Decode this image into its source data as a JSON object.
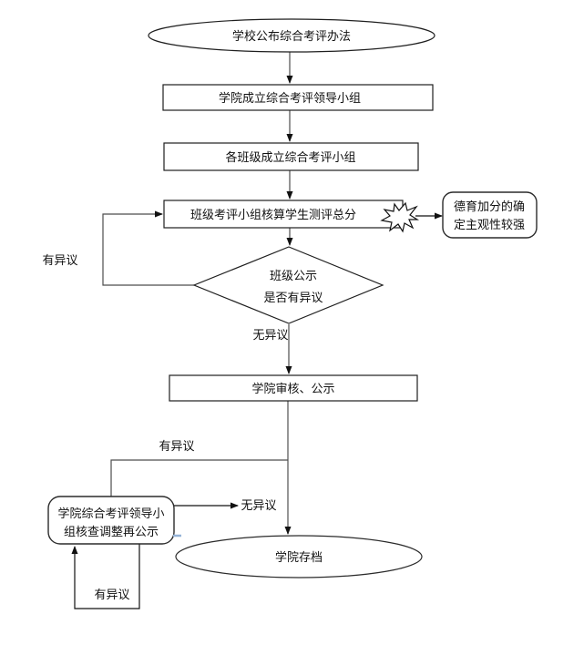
{
  "colors": {
    "background": "#ffffff",
    "shape_stroke": "#1f1f1f",
    "connector": "#4d4d4d",
    "arrow_fill": "#111111",
    "text": "#111111",
    "annotation_mark": "#95b3d7"
  },
  "nodes": {
    "start": {
      "label": "学校公布综合考评办法"
    },
    "form_college_group": {
      "label": "学院成立综合考评领导小组"
    },
    "form_class_group": {
      "label": "各班级成立综合考评小组"
    },
    "calc_scores": {
      "label": "班级考评小组核算学生测评总分"
    },
    "moral_note": {
      "line1": "德育加分的确",
      "line2": "定主观性较强"
    },
    "class_publicity_decision": {
      "line1": "班级公示",
      "line2": "是否有异议"
    },
    "college_review": {
      "label": "学院审核、公示"
    },
    "recheck_republish": {
      "line1": "学院综合考评领导小",
      "line2": "组核查调整再公示"
    },
    "archive": {
      "label": "学院存档"
    }
  },
  "edge_labels": {
    "objection_to_recalc": "有异议",
    "no_objection_to_review": "无异议",
    "objection_to_recheck": "有异议",
    "no_objection_after_recheck": "无异议",
    "objection_repeat_recheck": "有异议"
  }
}
